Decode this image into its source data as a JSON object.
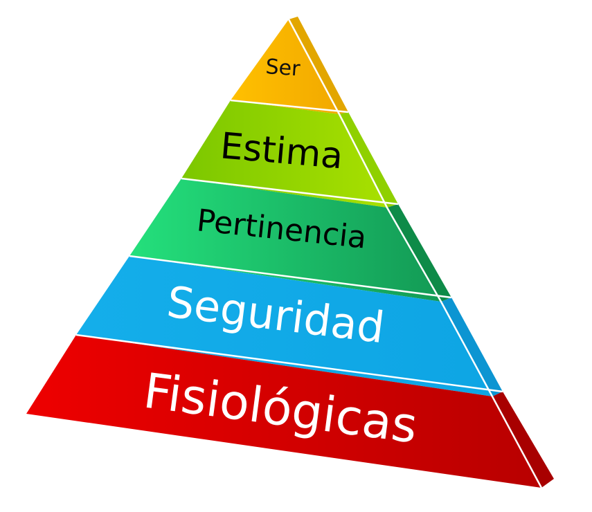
{
  "diagram": {
    "type": "pyramid",
    "levels": [
      {
        "label": "Ser",
        "color": "#FFC000"
      },
      {
        "label": "Estima",
        "color": "#92D400"
      },
      {
        "label": "Pertinencia",
        "color": "#1FC56E"
      },
      {
        "label": "Seguridad",
        "color": "#0FA8E8"
      },
      {
        "label": "Fisiológicas",
        "color": "#E00000"
      }
    ]
  }
}
